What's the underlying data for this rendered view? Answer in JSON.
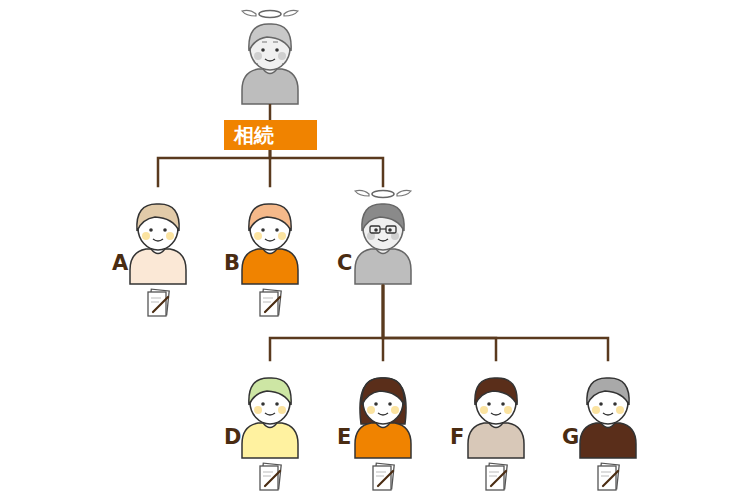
{
  "diagram": {
    "nodes": [
      {
        "text": [
          "相続"
        ]
      },
      {
        "text": [
          "A"
        ]
      },
      {
        "text": [
          "B"
        ]
      },
      {
        "text": [
          "C"
        ]
      },
      {
        "text": [
          "D"
        ]
      },
      {
        "text": [
          "E"
        ]
      },
      {
        "text": [
          "F"
        ]
      },
      {
        "text": [
          "G"
        ]
      }
    ],
    "edges": [
      {
        "from": 0,
        "to": 1,
        "arrow": "none"
      },
      {
        "from": 0,
        "to": 2,
        "arrow": "none"
      },
      {
        "from": 0,
        "to": 3,
        "arrow": "none"
      },
      {
        "from": 3,
        "to": 4,
        "arrow": "none"
      },
      {
        "from": 3,
        "to": 5,
        "arrow": "none"
      },
      {
        "from": 3,
        "to": 6,
        "arrow": "none"
      },
      {
        "from": 3,
        "to": 7,
        "arrow": "none"
      }
    ]
  }
}
